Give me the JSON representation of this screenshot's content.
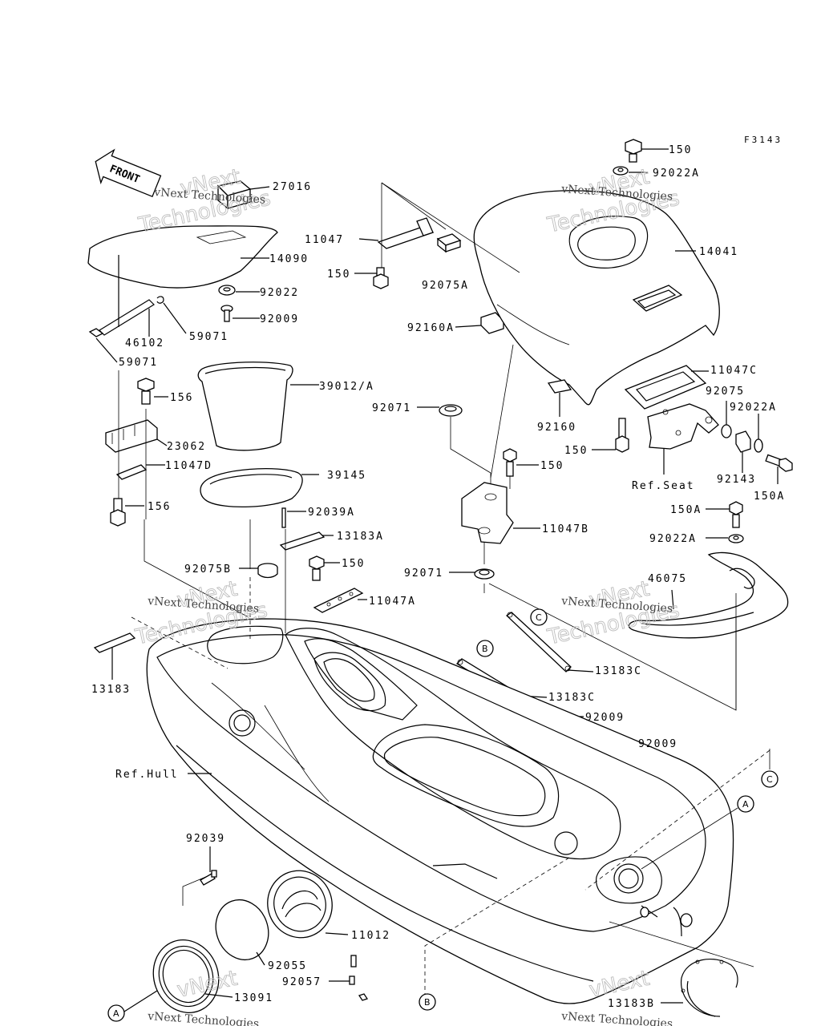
{
  "figure_code": "F3143",
  "front_arrow_label": "FRONT",
  "watermark": {
    "line1": "vNext",
    "line2": "Technologies",
    "small": "vNext Technologies"
  },
  "callouts": {
    "a": "A",
    "b": "B",
    "c": "C"
  },
  "parts": {
    "p27016": "27016",
    "p14090": "14090",
    "p92022": "92022",
    "p92009_top": "92009",
    "p46102": "46102",
    "p59071_a": "59071",
    "p59071_b": "59071",
    "p156_a": "156",
    "p23062": "23062",
    "p11047D": "11047D",
    "p156_b": "156",
    "p39012A": "39012/A",
    "p39145": "39145",
    "p92039A": "92039A",
    "p13183A": "13183A",
    "p92075B": "92075B",
    "p150_mid": "150",
    "p11047A": "11047A",
    "p13183": "13183",
    "p11047": "11047",
    "p150_left": "150",
    "p92075A": "92075A",
    "p92160A": "92160A",
    "p92071_a": "92071",
    "p150_b": "150",
    "p11047B": "11047B",
    "p92071_b": "92071",
    "p150_top": "150",
    "p92022A_top": "92022A",
    "p14041": "14041",
    "p11047C": "11047C",
    "p92075": "92075",
    "p92022A_r": "92022A",
    "p92160": "92160",
    "p150_c": "150",
    "ref_seat": "Ref.Seat",
    "p92143": "92143",
    "p150A_r": "150A",
    "p150A": "150A",
    "p92022A_b": "92022A",
    "p46075": "46075",
    "p13183C_a": "13183C",
    "p13183C_b": "13183C",
    "p92009_a": "92009",
    "p92009_b": "92009",
    "ref_hull": "Ref.Hull",
    "p92039": "92039",
    "p11012": "11012",
    "p92055": "92055",
    "p92057": "92057",
    "p13091": "13091",
    "p13183B": "13183B"
  }
}
